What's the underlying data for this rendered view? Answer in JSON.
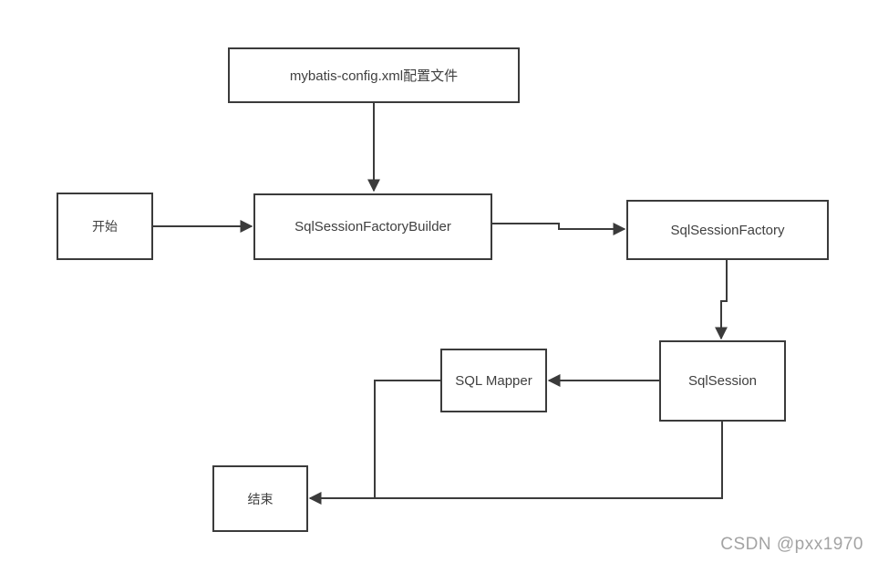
{
  "diagram": {
    "nodes": {
      "config": {
        "label": "mybatis-config.xml配置文件"
      },
      "start": {
        "label": "开始"
      },
      "builder": {
        "label": "SqlSessionFactoryBuilder"
      },
      "factory": {
        "label": "SqlSessionFactory"
      },
      "session": {
        "label": "SqlSession"
      },
      "mapper": {
        "label": "SQL Mapper"
      },
      "end": {
        "label": "结束"
      }
    },
    "edges": [
      {
        "from": "config",
        "to": "builder"
      },
      {
        "from": "start",
        "to": "builder"
      },
      {
        "from": "builder",
        "to": "factory"
      },
      {
        "from": "factory",
        "to": "session"
      },
      {
        "from": "session",
        "to": "mapper"
      },
      {
        "from": "session",
        "to": "end"
      },
      {
        "from": "mapper",
        "to": "end"
      }
    ],
    "colors": {
      "line": "#3b3b3b",
      "node_border": "#3b3b3b",
      "node_fill": "#ffffff",
      "text": "#3f3f3f",
      "watermark": "#a3a3a3",
      "background": "#ffffff"
    }
  },
  "watermark": {
    "text": "CSDN @pxx1970"
  }
}
